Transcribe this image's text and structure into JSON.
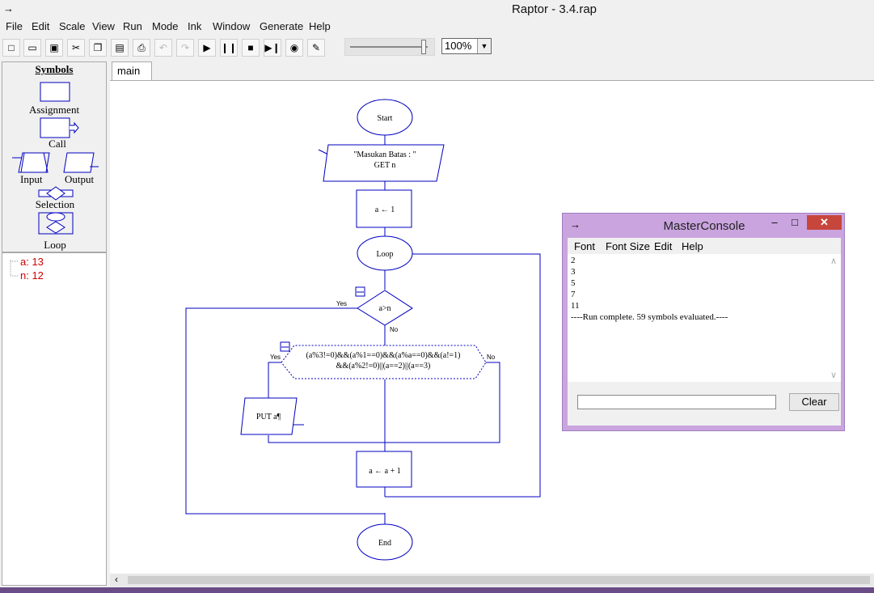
{
  "window": {
    "title": "Raptor - 3.4.rap",
    "app_icon": "raptor-icon"
  },
  "menu": [
    "File",
    "Edit",
    "Scale",
    "View",
    "Run",
    "Mode",
    "Ink",
    "Window",
    "Generate",
    "Help"
  ],
  "toolbar": {
    "icons": [
      "new-file-icon",
      "open-folder-icon",
      "save-icon",
      "cut-icon",
      "copy-icon",
      "paste-icon",
      "print-icon",
      "undo-icon",
      "redo-icon",
      "play-icon",
      "pause-icon",
      "stop-icon",
      "step-icon",
      "test-server-icon",
      "pen-icon"
    ],
    "zoom": "100%",
    "speed_level": 0.95
  },
  "symbols": {
    "header": "Symbols",
    "items": [
      "Assignment",
      "Call",
      "Input",
      "Output",
      "Selection",
      "Loop"
    ]
  },
  "variables": [
    {
      "label": "a: 13"
    },
    {
      "label": "n: 12"
    }
  ],
  "tabs": [
    "main"
  ],
  "flowchart": {
    "start": "Start",
    "input_prompt": "\"Masukan Batas : \"",
    "input_get": "GET n",
    "assign1": "a ← 1",
    "loop": "Loop",
    "loop_cond": "a>n",
    "yes1": "Yes",
    "no1": "No",
    "sel_line1": "(a%3!=0)&&(a%1==0)&&(a%a==0)&&(a!=1)",
    "sel_line2": "&&(a%2!=0)||(a==2)||(a==3)",
    "yes2": "Yes",
    "no2": "No",
    "output": "PUT a¶",
    "assign2": "a ← a + 1",
    "end": "End"
  },
  "console": {
    "title": "MasterConsole",
    "menu": [
      "Font",
      "Font Size",
      "Edit",
      "Help"
    ],
    "output": [
      "2",
      "3",
      "5",
      "7",
      "11",
      "----Run complete.  59 symbols evaluated.----"
    ],
    "input_value": "",
    "clear_label": "Clear"
  },
  "colors": {
    "flow_blue": "#0000c0",
    "console_frame": "#c9a4de",
    "close_red": "#c7463c",
    "var_red": "#d00000"
  }
}
